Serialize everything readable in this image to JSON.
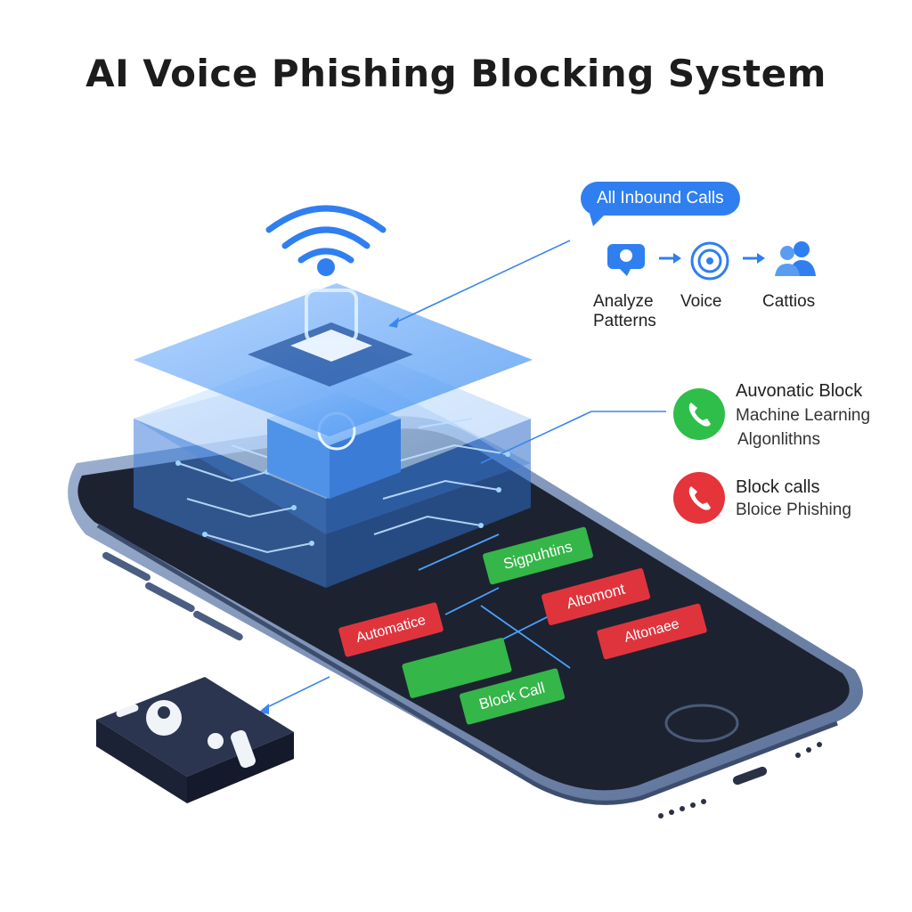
{
  "title": "AI Voice Phishing Blocking System",
  "inbound": "All Inbound Calls",
  "flow": [
    {
      "label": "Analyze\nPatterns",
      "icon": "chat-icon"
    },
    {
      "label": "Voice",
      "icon": "voice-wheel-icon"
    },
    {
      "label": "Cattios",
      "icon": "users-icon"
    }
  ],
  "legend": [
    {
      "title": "Auvonatic Block",
      "lines": [
        "Machine Learning",
        "Algonlithns"
      ],
      "icon": "phone-icon",
      "color": "#2fbe4a"
    },
    {
      "title": "Block calls",
      "lines": [
        "Bloice Phishing"
      ],
      "icon": "phone-icon",
      "color": "#e5343a"
    }
  ],
  "screen_tags": [
    {
      "text": "Sigpuhtins",
      "color": "#34b648"
    },
    {
      "text": "Altomont",
      "color": "#e0343d"
    },
    {
      "text": "Automatice",
      "color": "#e0343d"
    },
    {
      "text": "Altonaee",
      "color": "#e0343d"
    },
    {
      "text": "",
      "color": "#34b648"
    },
    {
      "text": "Block Call",
      "color": "#34b648"
    }
  ],
  "colors": {
    "accent": "#2f7ff0",
    "green": "#2fbe4a",
    "red": "#e5343a",
    "phone_body": "#1d2230",
    "phone_frame": "#7d93b8"
  }
}
